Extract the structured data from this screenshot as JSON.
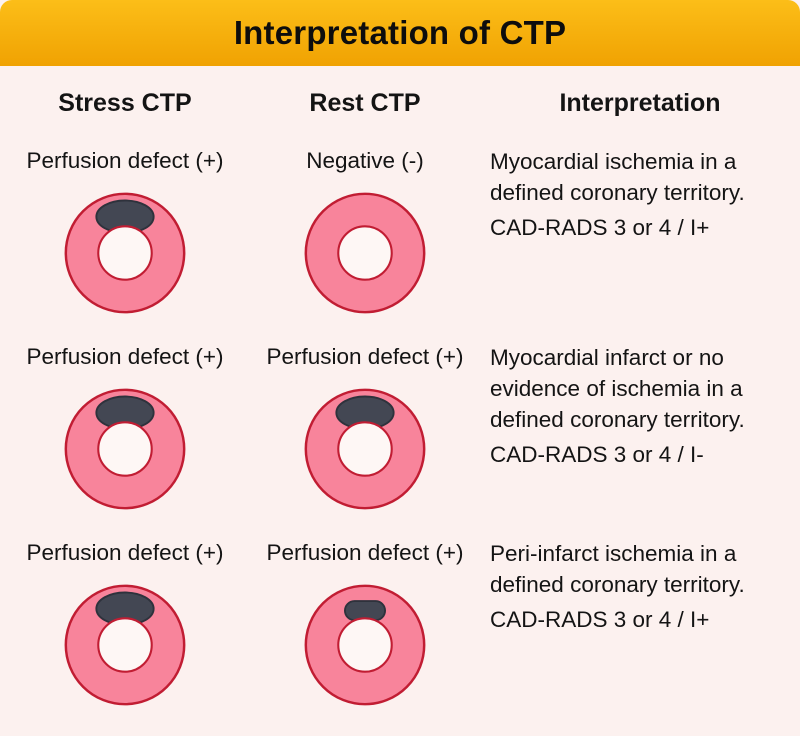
{
  "title": "Interpretation of CTP",
  "colors": {
    "banner_top": "#FCBE18",
    "banner_bottom": "#F0A202",
    "background": "#FCF1EF",
    "ring": "#F8849B",
    "ring_outline": "#C11D33",
    "hole": "#FEF7F5",
    "defect": "#434753",
    "defect_outline": "#2E323C",
    "text": "#141414"
  },
  "columns": {
    "stress": "Stress CTP",
    "rest": "Rest CTP",
    "interpretation": "Interpretation"
  },
  "rows": [
    {
      "stress": {
        "label": "Perfusion defect (+)",
        "defect": "large"
      },
      "rest": {
        "label": "Negative (-)",
        "defect": "none"
      },
      "interpretation": {
        "description": "Myocardial ischemia in a defined coronary territory.",
        "cad_rads": "CAD-RADS 3 or 4 / I+"
      }
    },
    {
      "stress": {
        "label": "Perfusion defect (+)",
        "defect": "large"
      },
      "rest": {
        "label": "Perfusion defect (+)",
        "defect": "large"
      },
      "interpretation": {
        "description": "Myocardial infarct or no evidence of ischemia in a defined coronary territory.",
        "cad_rads": "CAD-RADS 3 or 4 / I-"
      }
    },
    {
      "stress": {
        "label": "Perfusion defect (+)",
        "defect": "large"
      },
      "rest": {
        "label": "Perfusion defect (+)",
        "defect": "small"
      },
      "interpretation": {
        "description": "Peri-infarct ischemia in a defined coronary territory.",
        "cad_rads": "CAD-RADS 3 or 4 / I+"
      }
    }
  ]
}
